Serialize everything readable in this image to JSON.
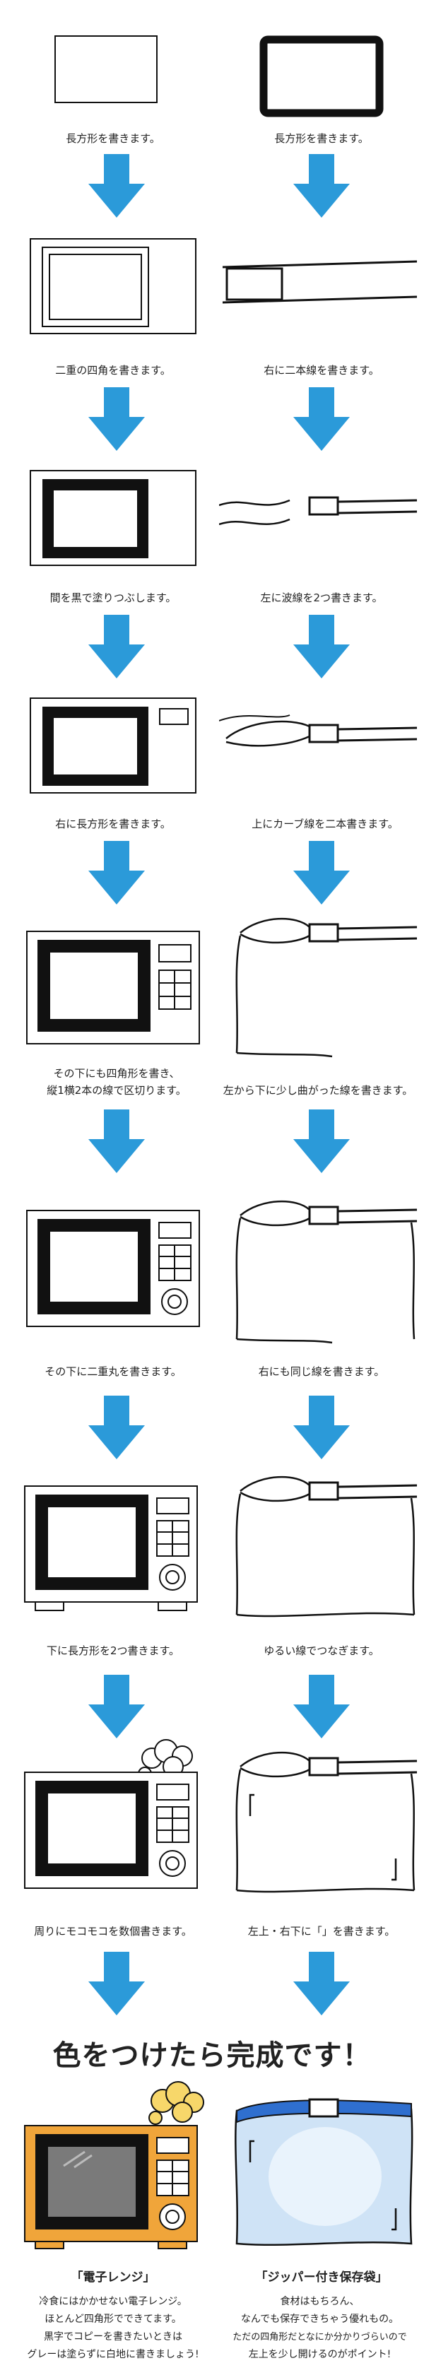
{
  "steps": [
    {
      "left": "長方形を書きます。",
      "right": "長方形を書きます。"
    },
    {
      "left": "二重の四角を書きます。",
      "right": "右に二本線を書きます。"
    },
    {
      "left": "間を黒で塗りつぶします。",
      "right": "左に波線を2つ書きます。"
    },
    {
      "left": "右に長方形を書きます。",
      "right": "上にカーブ線を二本書きます。"
    },
    {
      "left_line1": "その下にも四角形を書き、",
      "left_line2": "縦1横2本の線で区切ります。",
      "right": "左から下に少し曲がった線を書きます。"
    },
    {
      "left": "その下に二重丸を書きます。",
      "right": "右にも同じ線を書きます。"
    },
    {
      "left": "下に長方形を2つ書きます。",
      "right": "ゆるい線でつなぎます。"
    },
    {
      "left": "周りにモコモコを数個書きます。",
      "right": "左上・右下に「」を書きます。"
    }
  ],
  "final_heading": "色をつけたら完成です！",
  "results": {
    "left": {
      "title": "「電子レンジ」",
      "desc": [
        "冷食にはかかせない電子レンジ。",
        "ほとんど四角形でできてます。",
        "黒字でコピーを書きたいときは",
        "グレーは塗らずに白地に書きましょう!"
      ]
    },
    "right": {
      "title": "「ジッパー付き保存袋」",
      "desc": [
        "食材はもちろん、",
        "なんでも保存できちゃう優れもの。",
        "ただの四角形だとなにか分かりづらいので",
        "左上を少し開けるのがポイント!"
      ]
    }
  },
  "colors": {
    "arrow": "#2b9ad9",
    "microwave_body": "#f0a53a",
    "bag_fill": "#cfe3f6",
    "zipper": "#2f6fcf",
    "line": "#111111"
  }
}
